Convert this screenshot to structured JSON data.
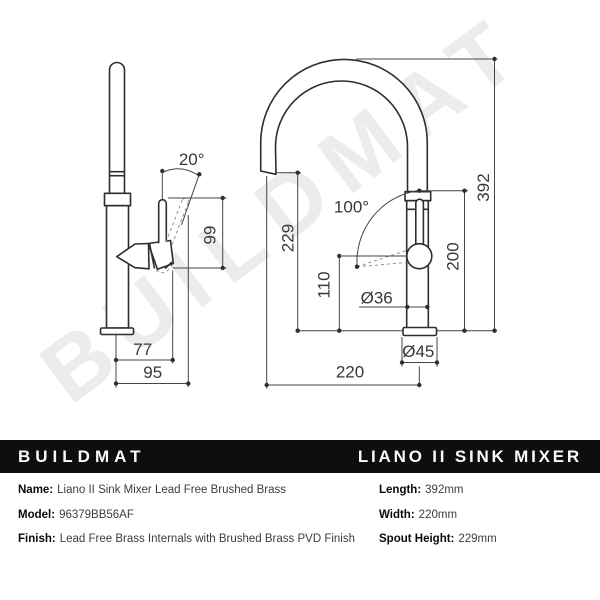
{
  "banner": {
    "brand": "BUILDMAT",
    "product": "LIANO II SINK MIXER"
  },
  "specs": {
    "left": [
      {
        "label": "Name:",
        "value": "Liano II Sink Mixer Lead Free Brushed Brass"
      },
      {
        "label": "Model:",
        "value": "96379BB56AF"
      },
      {
        "label": "Finish:",
        "value": "Lead Free Brass Internals  with Brushed Brass PVD Finish"
      }
    ],
    "right": [
      {
        "label": "Length:",
        "value": "392mm"
      },
      {
        "label": "Width:",
        "value": "220mm"
      },
      {
        "label": "Spout Height:",
        "value": "229mm"
      }
    ]
  },
  "drawing": {
    "watermark": "BUILDMAT",
    "side_view": {
      "handle_angle": "20°",
      "handle_height": "99",
      "body_offset": "77",
      "handle_reach": "95"
    },
    "front_view": {
      "swivel_angle": "100°",
      "spout_height": "229",
      "aerator_height": "110",
      "body_diameter": "Ø36",
      "body_height": "200",
      "total_height": "392",
      "base_diameter": "Ø45",
      "spout_reach": "220"
    }
  }
}
